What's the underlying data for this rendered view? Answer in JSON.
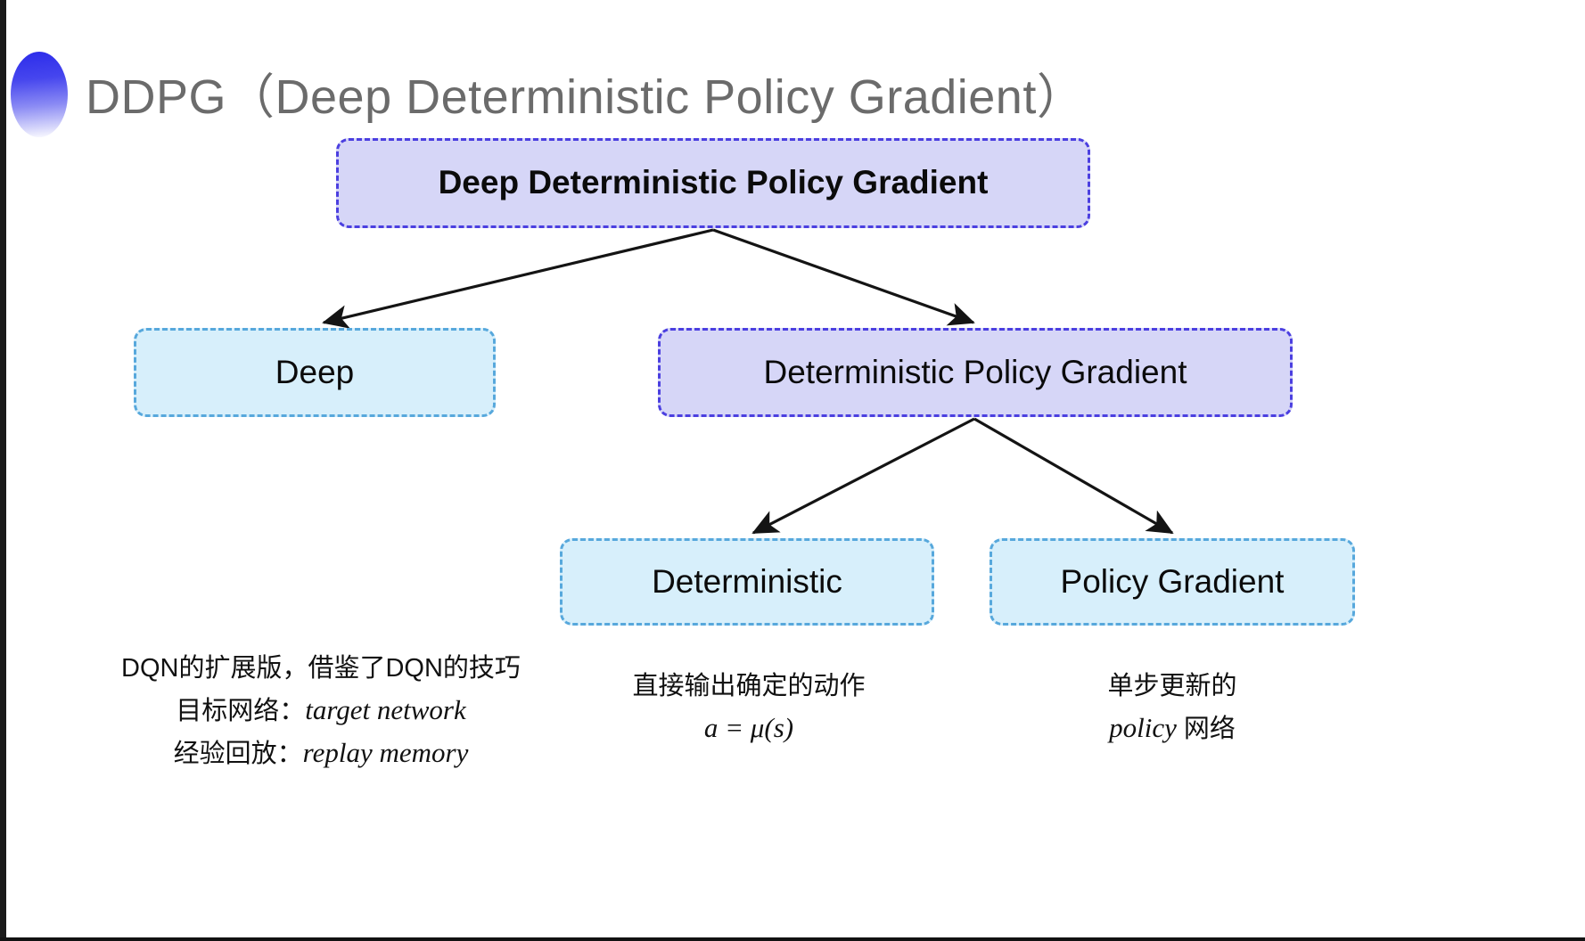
{
  "slide": {
    "title": "DDPG（Deep Deterministic Policy Gradient）",
    "background": "#ffffff"
  },
  "colors": {
    "title_text": "#6b6b6b",
    "bullet_gradient_start": "#2b2bea",
    "bullet_gradient_end": "#ffffff",
    "purple_fill": "#d6d6f7",
    "purple_border": "#4b3fe0",
    "blue_fill": "#d7effb",
    "blue_border": "#57a8dc",
    "arrow": "#141414",
    "body_text": "#111111"
  },
  "diagram": {
    "type": "tree",
    "nodes": [
      {
        "id": "root",
        "label": "Deep Deterministic Policy Gradient",
        "style": "purple"
      },
      {
        "id": "deep",
        "label": "Deep",
        "style": "blue"
      },
      {
        "id": "dpg",
        "label": "Deterministic Policy Gradient",
        "style": "purple"
      },
      {
        "id": "deterministic",
        "label": "Deterministic",
        "style": "blue"
      },
      {
        "id": "policy_gradient",
        "label": "Policy Gradient",
        "style": "blue"
      }
    ],
    "edges": [
      {
        "from": "root",
        "to": "deep"
      },
      {
        "from": "root",
        "to": "dpg"
      },
      {
        "from": "dpg",
        "to": "deterministic"
      },
      {
        "from": "dpg",
        "to": "policy_gradient"
      }
    ]
  },
  "captions": {
    "left": {
      "line1": "DQN的扩展版，借鉴了DQN的技巧",
      "line2_label": "目标网络：",
      "line2_term": "target network",
      "line3_label": "经验回放：",
      "line3_term": "replay memory"
    },
    "middle": {
      "line1": "直接输出确定的动作",
      "formula": "a = μ(s)"
    },
    "right": {
      "line1": "单步更新的",
      "line2_term": "policy",
      "line2_suffix": " 网络"
    }
  }
}
